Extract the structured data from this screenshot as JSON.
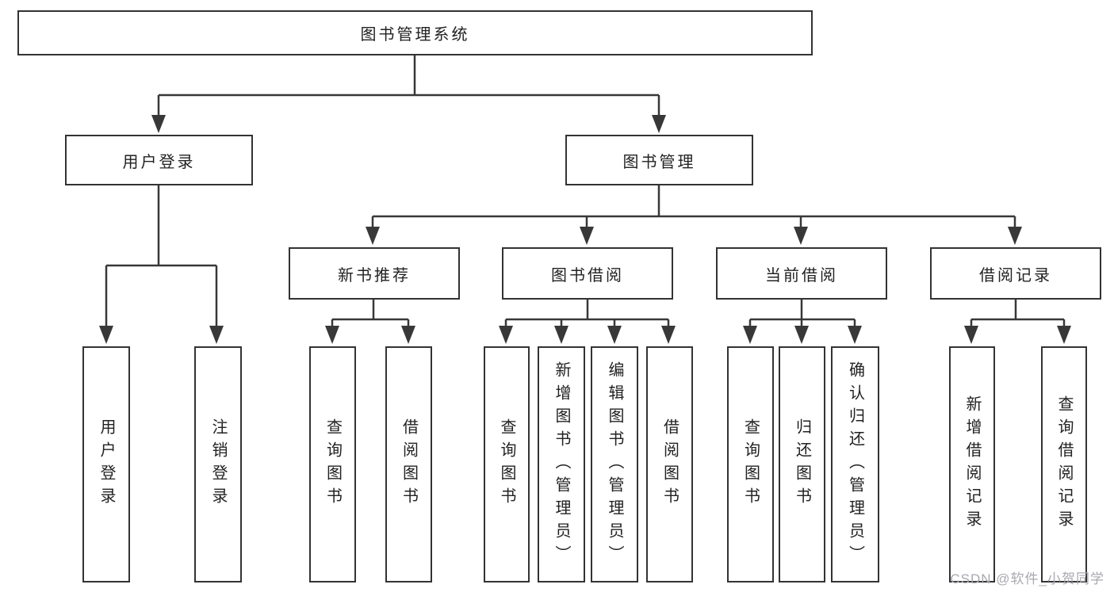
{
  "tree": {
    "root": {
      "label": "图书管理系统",
      "children": [
        {
          "label": "用户登录",
          "children": [
            {
              "label": "用户登录"
            },
            {
              "label": "注销登录"
            }
          ]
        },
        {
          "label": "图书管理",
          "children": [
            {
              "label": "新书推荐",
              "children": [
                {
                  "label": "查询图书"
                },
                {
                  "label": "借阅图书"
                }
              ]
            },
            {
              "label": "图书借阅",
              "children": [
                {
                  "label": "查询图书"
                },
                {
                  "label": "新增图书（管理员）"
                },
                {
                  "label": "编辑图书（管理员）"
                },
                {
                  "label": "借阅图书"
                }
              ]
            },
            {
              "label": "当前借阅",
              "children": [
                {
                  "label": "查询图书"
                },
                {
                  "label": "归还图书"
                },
                {
                  "label": "确认归还（管理员）"
                }
              ]
            },
            {
              "label": "借阅记录",
              "children": [
                {
                  "label": "新增借阅记录"
                },
                {
                  "label": "查询借阅记录"
                }
              ]
            }
          ]
        }
      ]
    }
  },
  "watermark": {
    "text": "CSDN @软件_小贺同学"
  },
  "colors": {
    "line": "#383838",
    "box_border": "#333333",
    "text": "#222222",
    "watermark": "#a8a8b0",
    "background": "#ffffff"
  }
}
